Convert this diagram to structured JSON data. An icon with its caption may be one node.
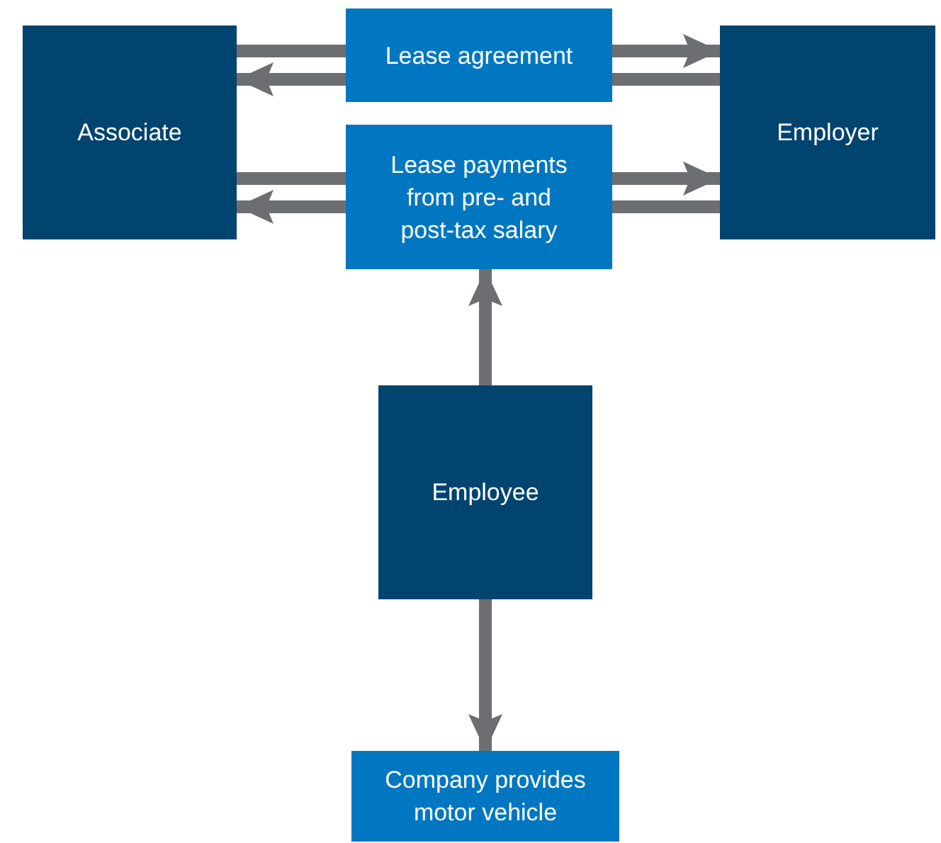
{
  "diagram": {
    "nodes": [
      {
        "text": [
          "Associate"
        ]
      },
      {
        "text": [
          "Lease agreement"
        ]
      },
      {
        "text": [
          "Employer"
        ]
      },
      {
        "text": [
          "Lease payments from pre- and post-tax salary"
        ]
      },
      {
        "text": [
          "Employee"
        ]
      },
      {
        "text": [
          "Company provides motor vehicle"
        ]
      }
    ],
    "edges": [
      {
        "from": 0,
        "to": 1,
        "arrow": "none"
      },
      {
        "from": 1,
        "to": 2,
        "arrow": "to"
      },
      {
        "from": 2,
        "to": 1,
        "arrow": "none"
      },
      {
        "from": 1,
        "to": 0,
        "arrow": "to"
      },
      {
        "from": 0,
        "to": 3,
        "arrow": "none"
      },
      {
        "from": 3,
        "to": 2,
        "arrow": "to"
      },
      {
        "from": 2,
        "to": 3,
        "arrow": "none"
      },
      {
        "from": 3,
        "to": 0,
        "arrow": "to"
      },
      {
        "from": 4,
        "to": 3,
        "arrow": "to"
      },
      {
        "from": 4,
        "to": 5,
        "arrow": "to"
      }
    ]
  }
}
